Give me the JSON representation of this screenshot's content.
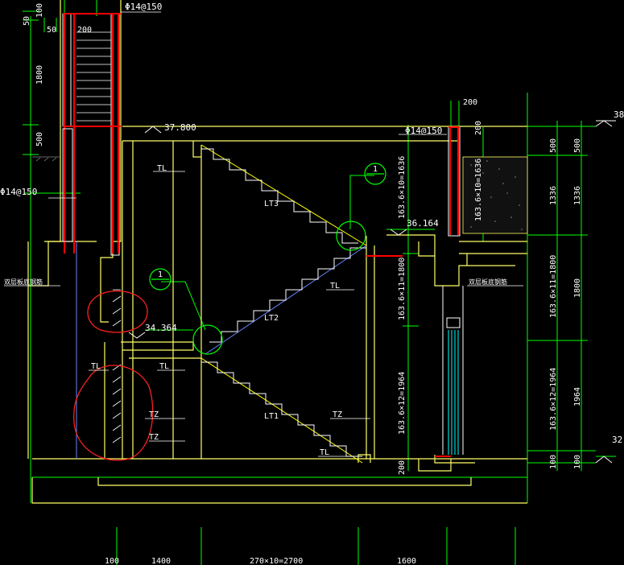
{
  "colors": {
    "background": "#000000",
    "concrete": "#ffff66",
    "dimension": "#00ff00",
    "rebar_red": "#ff0000",
    "rebar_white": "#ffffff",
    "text": "#ffffff",
    "stair_edge": "#ffff00",
    "stair_tread": "#ffffff",
    "blue_line": "#6688ff",
    "cyan": "#00ffff",
    "markup_red": "#ff2020",
    "label_text": "#ffffff"
  },
  "rebar_labels": {
    "top_left": "Φ14@150",
    "top_right": "Φ14@150",
    "left_side": "Φ14@150"
  },
  "left_dims": {
    "d100": "100",
    "d50a": "50",
    "d50b": "50",
    "d200": "200",
    "d1800": "1800",
    "d500": "500"
  },
  "top_right_dim": "200",
  "elevations": {
    "upper_landing": "37.800",
    "mid_right": "36.164",
    "mid_left": "34.364",
    "right_top": "38",
    "right_bottom": "32."
  },
  "stair_labels": {
    "lt3": "LT3",
    "lt2": "LT2",
    "lt1": "LT1"
  },
  "beam_labels": {
    "tl_top": "TL",
    "tl_mid_right": "TL",
    "tl_left_a": "TL",
    "tl_left_b": "TL",
    "tl_bottom": "TL",
    "tz_a": "TZ",
    "tz_b": "TZ",
    "tz_c": "TZ"
  },
  "detail_markers": {
    "upper": "1",
    "lower": "1"
  },
  "slab_notes": {
    "left": "双层板底钢筋",
    "right": "双层板底钢筋"
  },
  "vertical_dims_center": {
    "upper": "163.6×10=1636",
    "middle": "163.6×11=1800",
    "lower": "163.6×12=1964",
    "base": "200"
  },
  "vertical_dims_right_a": {
    "d200": "200",
    "d1636": "163.6×10=1636"
  },
  "right_column_dims": {
    "d500": "500",
    "d1336": "1336",
    "d1800": "163.6×11=1800",
    "d1964": "163.6×12=1964",
    "d100": "100"
  },
  "right_column2_dims": {
    "d500": "500",
    "d1336": "1336",
    "d1800": "1800",
    "d1964": "1964",
    "d100": "100"
  },
  "bottom_dims": {
    "d100": "100",
    "d1400": "1400",
    "d270": "270×10=2700",
    "d1600": "1600"
  }
}
